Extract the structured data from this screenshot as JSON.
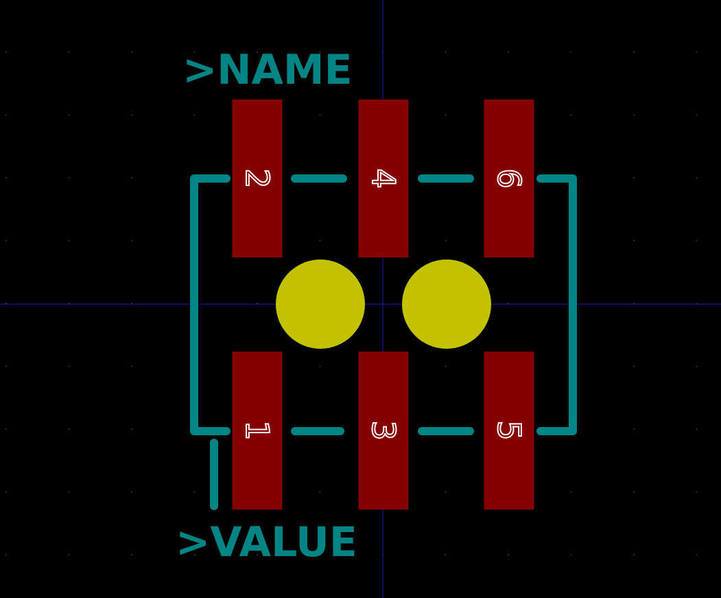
{
  "view": {
    "background": "#000000",
    "grid_dot_color": "#3a3a3a",
    "crosshair_color": "#1a1ab4",
    "silkscreen_color": "#008484",
    "pad_color": "#840000",
    "hole_color": "#c2c200",
    "pin_text_color": "#ffffff"
  },
  "labels": {
    "name": ">NAME",
    "value": ">VALUE"
  },
  "pads": [
    {
      "pin": "2",
      "row": "top",
      "col": 0
    },
    {
      "pin": "4",
      "row": "top",
      "col": 1
    },
    {
      "pin": "6",
      "row": "top",
      "col": 2
    },
    {
      "pin": "1",
      "row": "bottom",
      "col": 0
    },
    {
      "pin": "3",
      "row": "bottom",
      "col": 1
    },
    {
      "pin": "5",
      "row": "bottom",
      "col": 2
    }
  ],
  "holes": [
    {
      "name": "mounting-hole-left"
    },
    {
      "name": "mounting-hole-right"
    }
  ]
}
